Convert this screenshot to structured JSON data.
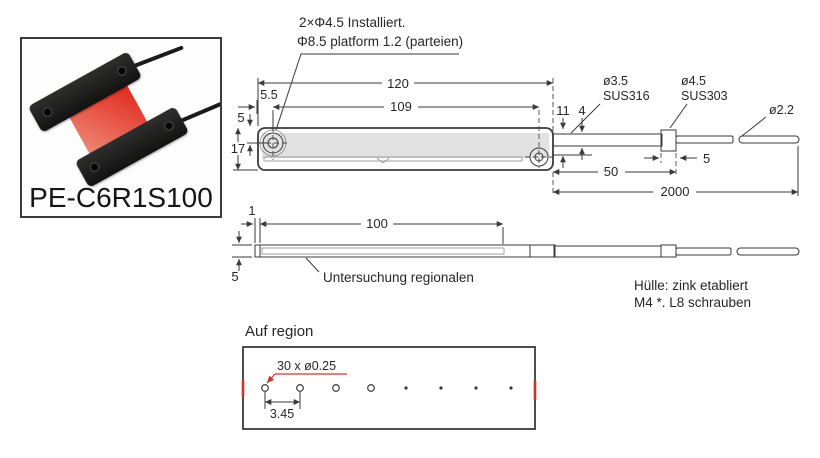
{
  "product": {
    "model": "PE-C6R1S100"
  },
  "notes": {
    "install_line1": "2×Φ4.5 Installiert.",
    "install_line2": "Φ8.5 platform 1.2 (parteien)",
    "sensing_region": "Untersuchung regionalen",
    "sleeve_line1": "Hülle: zink etabliert",
    "sleeve_line2": "M4 *. L8 schrauben",
    "beam_region_title": "Auf region",
    "beam_holes": "30 x ø0.25"
  },
  "dims": {
    "top": {
      "overall": "120",
      "hole_span": "109",
      "hole_offset": "5.5",
      "hole_from_top": "5",
      "body_height": "17",
      "end_height": "11",
      "sleeve_height": "4",
      "sleeve_length": "50",
      "ferrule_length": "5",
      "total_length": "2000"
    },
    "materials": {
      "sleeve_dia": "ø3.5",
      "sleeve_mat": "SUS316",
      "ferrule_dia": "ø4.5",
      "ferrule_mat": "SUS303",
      "cable_dia": "ø2.2"
    },
    "side": {
      "tip_width": "1",
      "sensing_length": "100",
      "bar_height": "5"
    },
    "beam": {
      "hole_pitch": "3.45"
    }
  },
  "colors": {
    "beam_red": "#e23325",
    "accent_red": "#c9372c",
    "line": "#3a3a3a",
    "body_fill": "#d9d9d9"
  }
}
